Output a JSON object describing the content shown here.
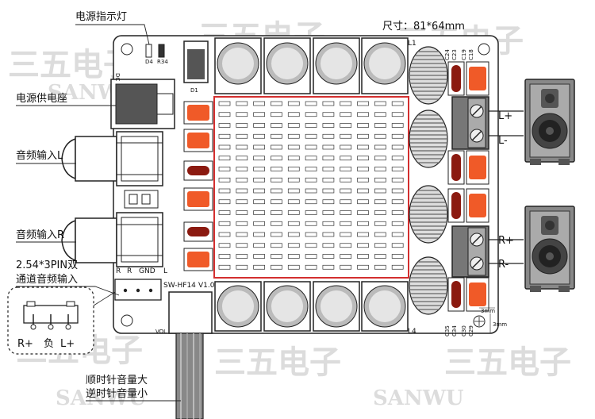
{
  "watermark": {
    "cn": "三五电子",
    "en": "SANWU"
  },
  "labels": {
    "power_led": "电源指示灯",
    "power_jack": "电源供电座",
    "audio_in_l": "音频输入L",
    "audio_in_r": "音频输入R",
    "pin_input_line1": "2.54*3PIN双",
    "pin_input_line2": "通道音频输入",
    "pin_r_plus": "R+",
    "pin_neg": "负",
    "pin_l_plus": "L+",
    "knob_line1": "顺时针音量大",
    "knob_line2": "逆时针音量小",
    "size": "尺寸：81*64mm"
  },
  "board": {
    "d4": "D4",
    "r34": "R34",
    "dc": "DC",
    "d1": "D1",
    "l1": "L1",
    "l4": "L4",
    "c24": "C24",
    "c23": "C23",
    "c19": "C19",
    "c18": "C18",
    "c35": "C35",
    "c34": "C34",
    "c30": "C30",
    "c29": "C29",
    "hdr_r1": "R",
    "hdr_r2": "R",
    "hdr_gnd": "GND",
    "hdr_l": "L",
    "model": "SW-HF14",
    "version": "V1.0",
    "vol": "VOL",
    "dim_3mm_a": "3mm",
    "dim_3mm_b": "3mm"
  },
  "terminals": {
    "l_plus": "L+",
    "l_minus": "L-",
    "r_plus": "R+",
    "r_minus": "R-"
  },
  "colors": {
    "orange": "#f05a28",
    "dark_red": "#8b1a10",
    "board": "#ffffff",
    "heatsink_line": "#d32f2f",
    "watermark": "#d9d9d9"
  }
}
